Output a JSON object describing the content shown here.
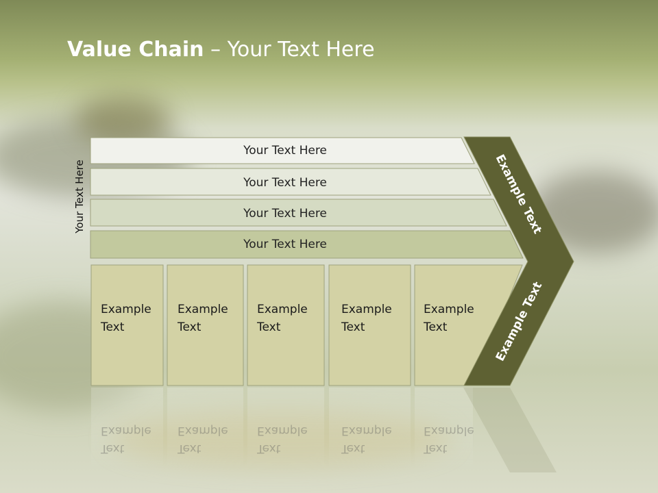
{
  "slide": {
    "title_bold": "Value Chain",
    "title_rest": " – Your Text Here",
    "side_label": "Your Text Here",
    "rows": [
      {
        "label": "Your Text Here"
      },
      {
        "label": "Your Text Here"
      },
      {
        "label": "Your Text Here"
      },
      {
        "label": "Your Text Here"
      }
    ],
    "columns": [
      {
        "line1": "Example",
        "line2": "Text"
      },
      {
        "line1": "Example",
        "line2": "Text"
      },
      {
        "line1": "Example",
        "line2": "Text"
      },
      {
        "line1": "Example",
        "line2": "Text"
      },
      {
        "line1": "Example",
        "line2": "Text"
      }
    ],
    "chevron_top_label": "Example Text",
    "chevron_bottom_label": "Example Text",
    "colors": {
      "chevron": "#5e6133",
      "row1": "#f1f2ec",
      "row2": "#e6e9dc",
      "row3": "#d5dbc3",
      "row4": "#c2c99e",
      "column": "#d3d2a5"
    }
  }
}
